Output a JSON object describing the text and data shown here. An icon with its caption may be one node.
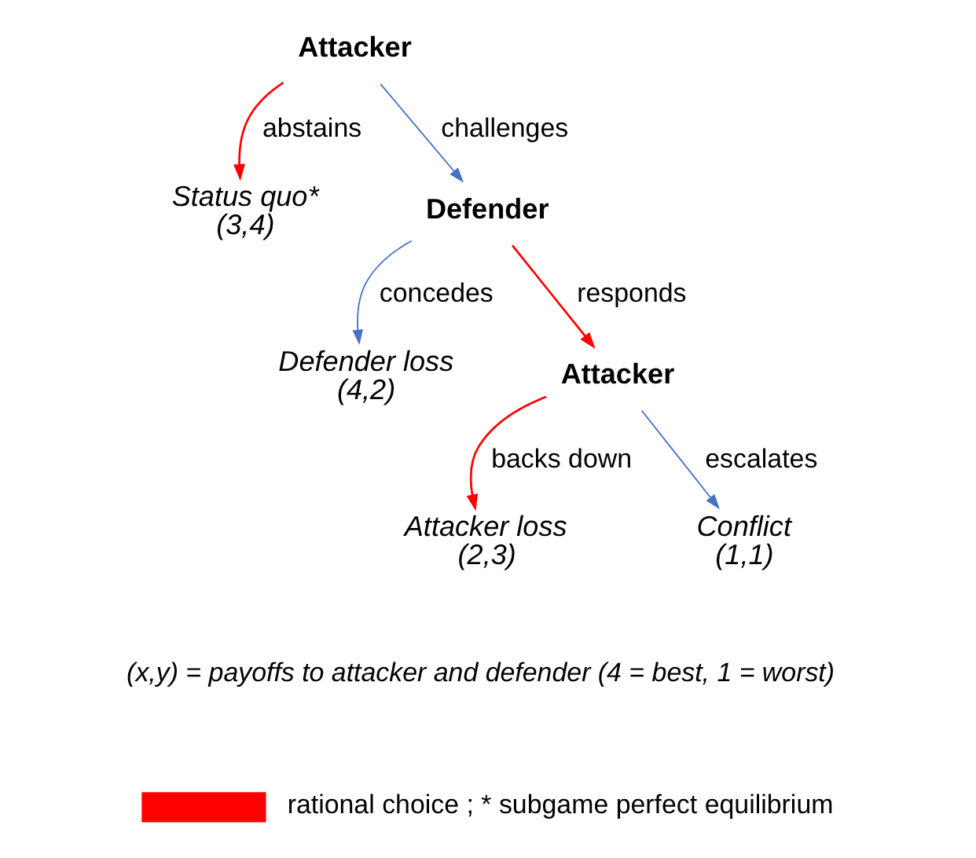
{
  "diagram": {
    "nodes": [
      {
        "text": [
          "Attacker"
        ]
      },
      {
        "text": [
          "Status quo*",
          "(3,4)"
        ]
      },
      {
        "text": [
          "Defender"
        ]
      },
      {
        "text": [
          "Defender loss",
          "(4,2)"
        ]
      },
      {
        "text": [
          "Attacker"
        ]
      },
      {
        "text": [
          "Attacker loss",
          "(2,3)"
        ]
      },
      {
        "text": [
          "Conflict",
          "(1,1)"
        ]
      }
    ],
    "edges": [
      {
        "from": 0,
        "to": 1,
        "arrow": "to",
        "label": "abstains",
        "color": "#ff0000"
      },
      {
        "from": 0,
        "to": 2,
        "arrow": "to",
        "label": "challenges",
        "color": "#4472c4"
      },
      {
        "from": 2,
        "to": 3,
        "arrow": "to",
        "label": "concedes",
        "color": "#4472c4"
      },
      {
        "from": 2,
        "to": 4,
        "arrow": "to",
        "label": "responds",
        "color": "#ff0000"
      },
      {
        "from": 4,
        "to": 5,
        "arrow": "to",
        "label": "backs down",
        "color": "#ff0000"
      },
      {
        "from": 4,
        "to": 6,
        "arrow": "to",
        "label": "escalates",
        "color": "#4472c4"
      }
    ],
    "labels": [
      "(x,y) = payoffs to attacker and defender (4 = best, 1 = worst)"
    ],
    "legend": [
      {
        "text": "rational choice ; * subgame perfect equilibrium"
      }
    ]
  }
}
